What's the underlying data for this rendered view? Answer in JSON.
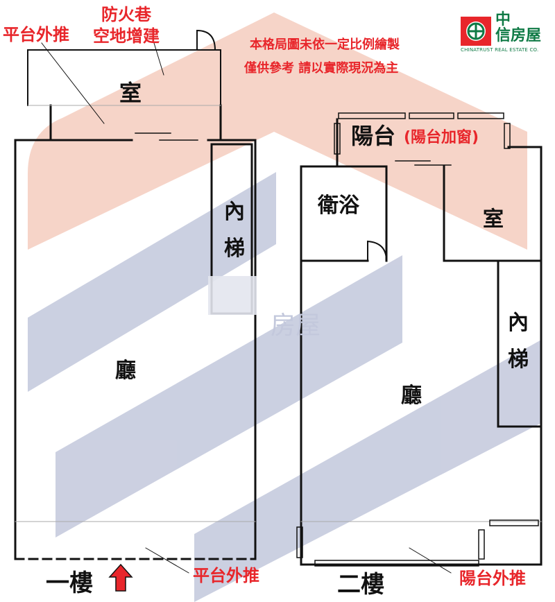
{
  "brand": {
    "name_zh": "中信房屋",
    "name_en": "CHINATRUST REAL ESTATE CO.",
    "watermark_text": "房屋",
    "color_green": "#0f7a45",
    "color_red": "#e8262b"
  },
  "disclaimer": {
    "line1": "本格局圖未依一定比例繪製",
    "line2": "僅供參考 請以實際現況為主"
  },
  "floor1": {
    "caption": "一樓",
    "room_top": "室",
    "stairs": "內梯",
    "living_room": "廳",
    "annotation_platform_top": "平台外推",
    "annotation_fire_lane": "防火巷\n空地增建",
    "annotation_platform_bottom": "平台外推",
    "entrance_icon": "entrance-arrow-icon"
  },
  "floor2": {
    "caption": "二樓",
    "balcony": "陽台",
    "balcony_note": "(陽台加窗)",
    "bathroom": "衛浴",
    "room": "室",
    "stairs": "內梯",
    "living_room": "廳",
    "annotation_balcony_bottom": "陽台外推"
  },
  "colors": {
    "chevron": "#f3c6b6",
    "stripes": "#c3c8dc",
    "walls": "#111111"
  }
}
